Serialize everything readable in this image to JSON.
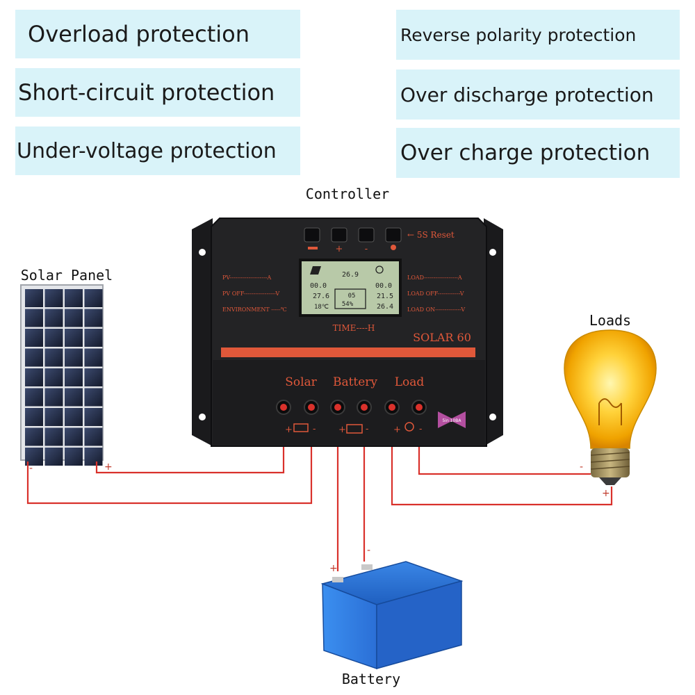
{
  "features": [
    "Overload protection",
    "Short-circuit protection",
    "Under-voltage protection",
    "Reverse polarity protection",
    "Over discharge protection",
    "Over charge protection"
  ],
  "labels": {
    "controller": "Controller",
    "solar_panel": "Solar Panel",
    "loads": "Loads",
    "battery": "Battery"
  },
  "controller": {
    "reset_note": "← 5S Reset",
    "model": "SOLAR 60",
    "time_label": "TIME----H",
    "left_readouts": [
      "PV--------------------A",
      "PV OFF-----------------V",
      "ENVIRONMENT -----℃"
    ],
    "right_readouts": [
      "LOAD------------------A",
      "LOAD OFF------------V",
      "LOAD ON--------------V"
    ],
    "lcd": {
      "top": "26.9",
      "left_top": "00.0",
      "left_mid": "27.6",
      "left_bot": "18℃",
      "center_top": "05",
      "center_bot": "54%",
      "right_top": "00.0",
      "right_mid": "21.5",
      "right_bot": "26.4"
    },
    "terminal_labels": [
      "Solar",
      "Battery",
      "Load"
    ],
    "badge": "5in 10BA"
  },
  "polarity": {
    "plus": "+",
    "minus": "-"
  },
  "colors": {
    "feature_bg": "#d9f3f9",
    "wire": "#d9312b",
    "controller_body": "#232325",
    "accent": "#e0583a",
    "lcd": "#b8c9a8",
    "battery": "#2f7de0"
  }
}
